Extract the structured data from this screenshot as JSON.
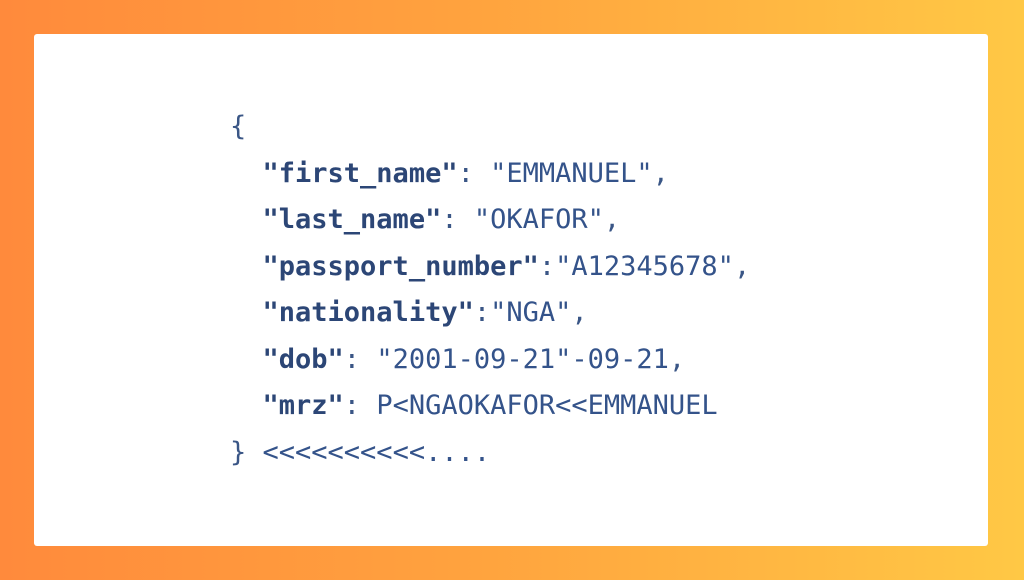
{
  "background": {
    "gradient_start": "#FF8A3C",
    "gradient_end": "#FFC845"
  },
  "code_card": {
    "text_color": "#2F4B7C",
    "open_brace": "{",
    "lines": [
      {
        "indent": "  ",
        "key": "\"first_name\"",
        "sep": ": ",
        "value": "\"EMMANUEL\"",
        "tail": ","
      },
      {
        "indent": "  ",
        "key": "\"last_name\"",
        "sep": ": ",
        "value": "\"OKAFOR\"",
        "tail": ","
      },
      {
        "indent": "  ",
        "key": "\"passport_number\"",
        "sep": ":",
        "value": "\"A12345678\"",
        "tail": ","
      },
      {
        "indent": "  ",
        "key": "\"nationality\"",
        "sep": ":",
        "value": "\"NGA\"",
        "tail": ","
      },
      {
        "indent": "  ",
        "key": "\"dob\"",
        "sep": ": ",
        "value": "\"2001-09-21\"-09-21",
        "tail": ","
      },
      {
        "indent": "  ",
        "key": "\"mrz\"",
        "sep": ": ",
        "value": "P<NGAOKAFOR<<EMMANUEL",
        "tail": ""
      }
    ],
    "close_brace": "}",
    "trailing_text": " <<<<<<<<<<...."
  }
}
